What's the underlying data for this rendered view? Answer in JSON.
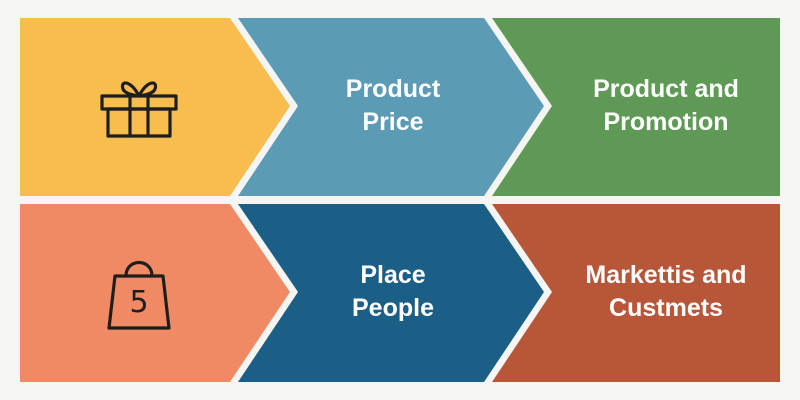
{
  "diagram": {
    "rows": [
      {
        "segments": [
          {
            "icon": "gift-icon",
            "color": "#f8bd4f"
          },
          {
            "lines": [
              "Product",
              "Price"
            ],
            "color": "#5b9bb6"
          },
          {
            "lines": [
              "Product and",
              "Promotion"
            ],
            "color": "#5e9a55"
          }
        ]
      },
      {
        "segments": [
          {
            "icon": "shopping-bag-icon",
            "icon_text": "5",
            "color": "#ef8a65"
          },
          {
            "lines": [
              "Place",
              "People"
            ],
            "color": "#1b5f86"
          },
          {
            "lines": [
              "Markettis and",
              "Custmets"
            ],
            "color": "#b75638"
          }
        ]
      }
    ],
    "icon_color": "#1e1e1e",
    "background": "#f5f5f3"
  }
}
